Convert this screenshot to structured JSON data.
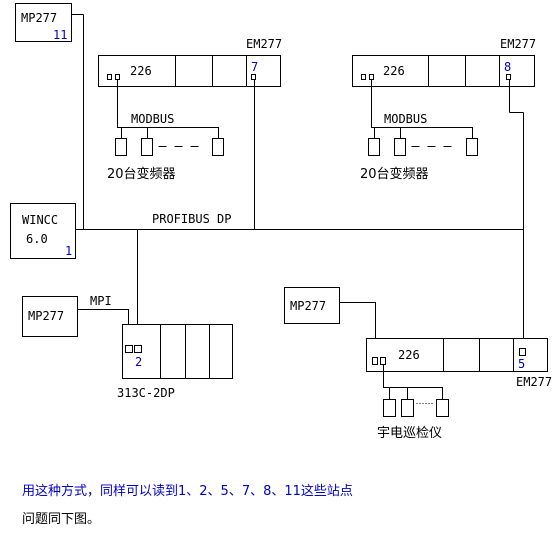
{
  "diagram": {
    "mp277_top": {
      "label": "MP277",
      "station": "11"
    },
    "plc_left": {
      "cpu": "226",
      "em_label": "EM277",
      "station": "7",
      "bus": "MODBUS",
      "devices": "20台变频器"
    },
    "plc_right": {
      "cpu": "226",
      "em_label": "EM277",
      "station": "8",
      "bus": "MODBUS",
      "devices": "20台变频器"
    },
    "wincc": {
      "line1": "WINCC",
      "line2": "6.0",
      "station": "1"
    },
    "profibus": "PROFIBUS DP",
    "mp277_left": {
      "label": "MP277",
      "link": "MPI"
    },
    "plc_313": {
      "station": "2",
      "label": "313C-2DP"
    },
    "mp277_right": {
      "label": "MP277"
    },
    "plc_bottom": {
      "cpu": "226",
      "em_label": "EM277",
      "station": "5",
      "devices": "宇电巡检仪"
    },
    "station_color": "#0000cc"
  },
  "captions": {
    "line1": "用这种方式，同样可以读到1、2、5、7、8、11这些站点",
    "line1_color": "#0000cc",
    "line2": "问题同下图。"
  }
}
